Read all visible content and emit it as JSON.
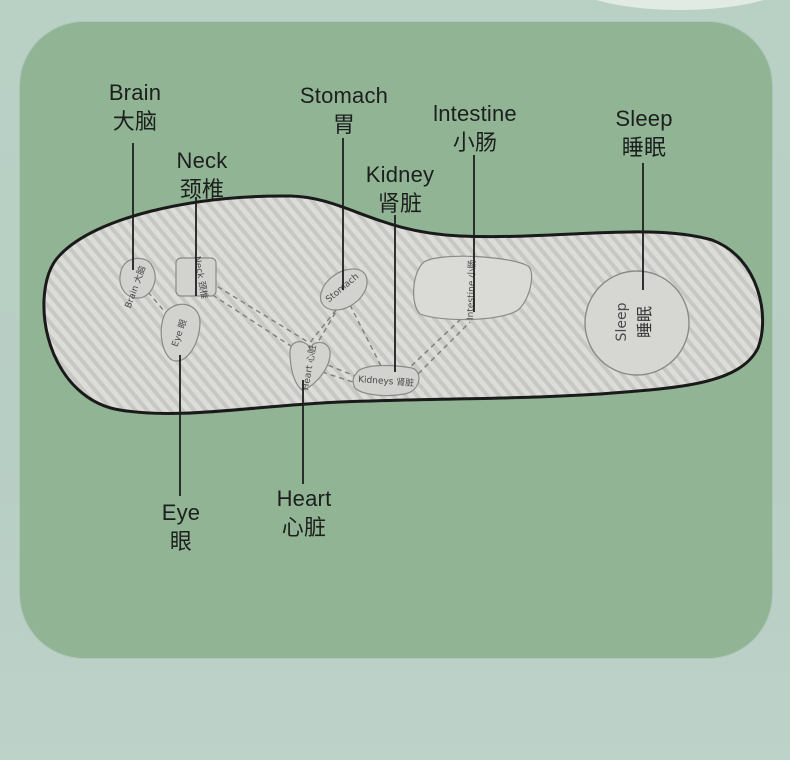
{
  "labels": {
    "brain": {
      "en": "Brain",
      "zh": "大脑"
    },
    "neck": {
      "en": "Neck",
      "zh": "颈椎"
    },
    "stomach": {
      "en": "Stomach",
      "zh": "胃"
    },
    "kidney": {
      "en": "Kidney",
      "zh": "肾脏"
    },
    "intestine": {
      "en": "lntestine",
      "zh": "小肠"
    },
    "sleep": {
      "en": "Sleep",
      "zh": "睡眠"
    },
    "eye": {
      "en": "Eye",
      "zh": "眼"
    },
    "heart": {
      "en": "Heart",
      "zh": "心脏"
    }
  },
  "pad_text": {
    "brain": "Brain 大脑",
    "neck": "Neck 颈椎",
    "eye": "Eye 眼",
    "stomach": "Stomach",
    "heart": "Heart 心脏",
    "kidney": "Kidneys 肾脏",
    "intestine": "Intestine 小肠",
    "sleep_en": "Sleep",
    "sleep_zh": "睡眠"
  },
  "colors": {
    "card": "#91b495",
    "background": "#b9d0c5",
    "insole": "#d9d9d6",
    "leader": "#1c1f1d"
  }
}
